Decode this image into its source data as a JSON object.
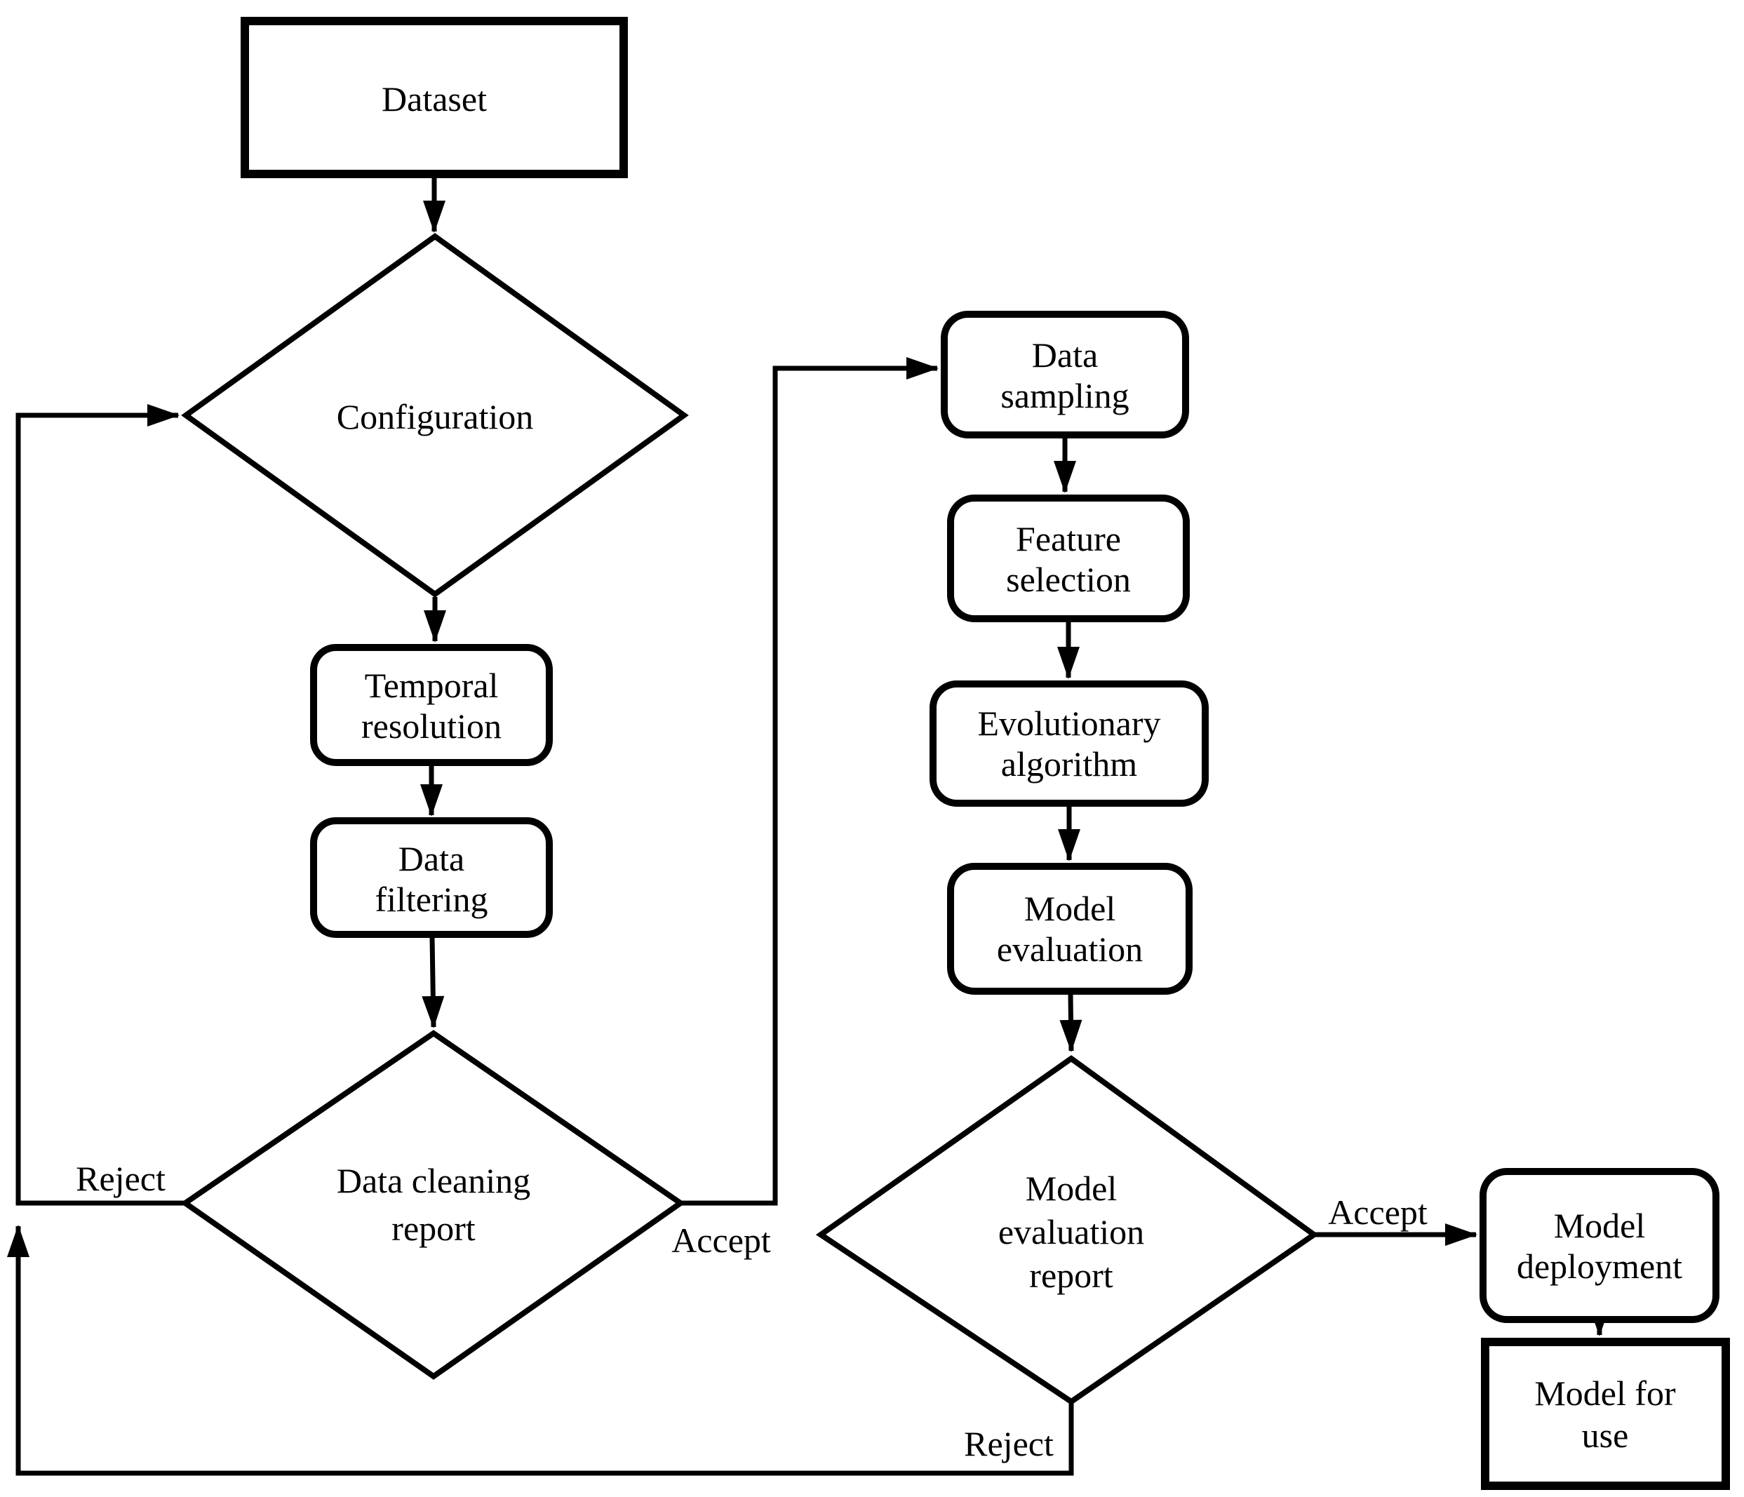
{
  "diagram": {
    "type": "flowchart",
    "colors": {
      "background": "#ffffff",
      "stroke": "#000000",
      "text": "#000000"
    },
    "nodes": {
      "dataset": {
        "shape": "rectangle",
        "lines": [
          "Dataset"
        ]
      },
      "configuration": {
        "shape": "diamond",
        "lines": [
          "Configuration"
        ]
      },
      "temporal_resolution": {
        "shape": "rounded-rectangle",
        "lines": [
          "Temporal",
          "resolution"
        ]
      },
      "data_filtering": {
        "shape": "rounded-rectangle",
        "lines": [
          "Data",
          "filtering"
        ]
      },
      "data_cleaning_report": {
        "shape": "diamond",
        "lines": [
          "Data cleaning",
          "report"
        ]
      },
      "data_sampling": {
        "shape": "rounded-rectangle",
        "lines": [
          "Data",
          "sampling"
        ]
      },
      "feature_selection": {
        "shape": "rounded-rectangle",
        "lines": [
          "Feature",
          "selection"
        ]
      },
      "evolutionary_algorithm": {
        "shape": "rounded-rectangle",
        "lines": [
          "Evolutionary",
          "algorithm"
        ]
      },
      "model_evaluation": {
        "shape": "rounded-rectangle",
        "lines": [
          "Model",
          "evaluation"
        ]
      },
      "model_evaluation_report": {
        "shape": "diamond",
        "lines": [
          "Model",
          "evaluation",
          "report"
        ]
      },
      "model_deployment": {
        "shape": "rounded-rectangle",
        "lines": [
          "Model",
          "deployment"
        ]
      },
      "model_for_use": {
        "shape": "rectangle",
        "lines": [
          "Model for",
          "use"
        ]
      }
    },
    "edge_labels": {
      "data_cleaning_reject": "Reject",
      "data_cleaning_accept": "Accept",
      "model_evaluation_accept": "Accept",
      "model_evaluation_reject": "Reject"
    }
  }
}
